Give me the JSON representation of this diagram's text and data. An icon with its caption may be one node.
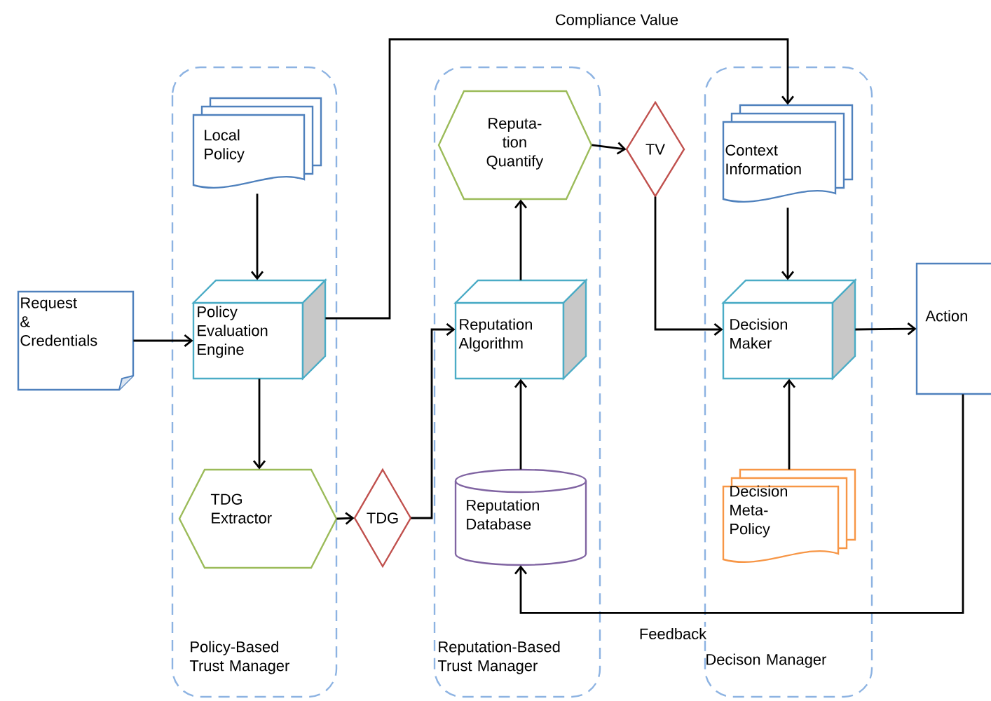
{
  "diagram": {
    "nodes": [
      {
        "text": [
          "Policy-Based Trust Manager"
        ]
      },
      {
        "text": [
          "Local Policy"
        ],
        "in": 0
      },
      {
        "text": [
          "Policy Evaluation Engine"
        ],
        "in": 0
      },
      {
        "text": [
          "TDG Extractor"
        ],
        "in": 0
      },
      {
        "text": [
          "Reputation-Based Trust Manager"
        ]
      },
      {
        "text": [
          "Reputa- tion Quantify"
        ],
        "in": 4
      },
      {
        "text": [
          "Reputation Algorithm"
        ],
        "in": 4
      },
      {
        "text": [
          "Reputation Database"
        ],
        "in": 4
      },
      {
        "text": [
          "Decison Manager"
        ]
      },
      {
        "text": [
          "Context Information"
        ],
        "in": 8
      },
      {
        "text": [
          "Decision Maker"
        ],
        "in": 8
      },
      {
        "text": [
          "Decision Meta- Policy"
        ],
        "in": 8
      },
      {
        "text": [
          "Request & Credentials"
        ]
      },
      {
        "text": [
          "TDG"
        ]
      },
      {
        "text": [
          "TV"
        ]
      },
      {
        "text": [
          "Action"
        ]
      }
    ],
    "edges": [
      {
        "from": 12,
        "to": 2,
        "arrow": "to"
      },
      {
        "from": 1,
        "to": 2,
        "arrow": "to"
      },
      {
        "from": 2,
        "to": 3,
        "arrow": "to"
      },
      {
        "from": 3,
        "to": 13,
        "arrow": "to"
      },
      {
        "from": 13,
        "to": 6,
        "arrow": "to"
      },
      {
        "from": 7,
        "to": 6,
        "arrow": "to"
      },
      {
        "from": 6,
        "to": 5,
        "arrow": "to"
      },
      {
        "from": 5,
        "to": 14,
        "arrow": "to"
      },
      {
        "from": 14,
        "to": 10,
        "arrow": "to"
      },
      {
        "from": 9,
        "to": 10,
        "arrow": "to"
      },
      {
        "from": 11,
        "to": 10,
        "arrow": "to"
      },
      {
        "from": 10,
        "to": 15,
        "arrow": "to"
      },
      {
        "from": 2,
        "to": 9,
        "arrow": "to",
        "label": "Compliance Value"
      },
      {
        "from": 15,
        "to": 7,
        "arrow": "to",
        "label": "Feedback"
      }
    ]
  }
}
